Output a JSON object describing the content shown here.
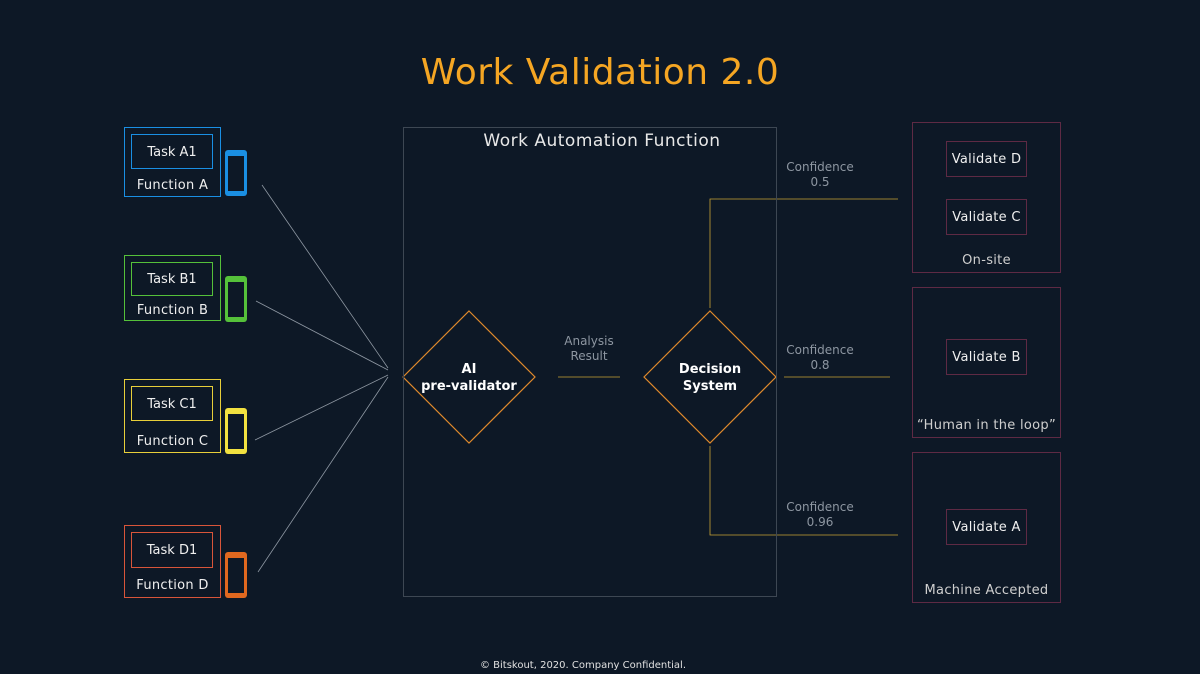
{
  "title": "Work Validation 2.0",
  "functions": [
    {
      "task": "Task A1",
      "label": "Function A",
      "color": "#1a8fe3",
      "phone_color": "#1a8fe3"
    },
    {
      "task": "Task B1",
      "label": "Function B",
      "color": "#55c13a",
      "phone_color": "#55c13a"
    },
    {
      "task": "Task C1",
      "label": "Function C",
      "color": "#e8cf3a",
      "phone_color": "#f2e140"
    },
    {
      "task": "Task D1",
      "label": "Function D",
      "color": "#d8553a",
      "phone_color": "#e0681f"
    }
  ],
  "automation": {
    "title": "Work Automation Function",
    "prevalidator": "AI\npre-validator",
    "analysis": "Analysis\nResult",
    "decision": "Decision\nSystem"
  },
  "confidences": [
    {
      "label": "Confidence",
      "value": "0.5"
    },
    {
      "label": "Confidence",
      "value": "0.8"
    },
    {
      "label": "Confidence",
      "value": "0.96"
    }
  ],
  "validation_groups": [
    {
      "items": [
        "Validate D",
        "Validate C"
      ],
      "label": "On-site"
    },
    {
      "items": [
        "Validate B"
      ],
      "label": "“Human in the loop”"
    },
    {
      "items": [
        "Validate A"
      ],
      "label": "Machine Accepted"
    }
  ],
  "colors": {
    "accent": "#f5a623",
    "connector": "#c8a335",
    "line": "#9aa3ad",
    "validate_border": "#5e2a44"
  },
  "footer": "© Bitskout, 2020. Company Confidential."
}
